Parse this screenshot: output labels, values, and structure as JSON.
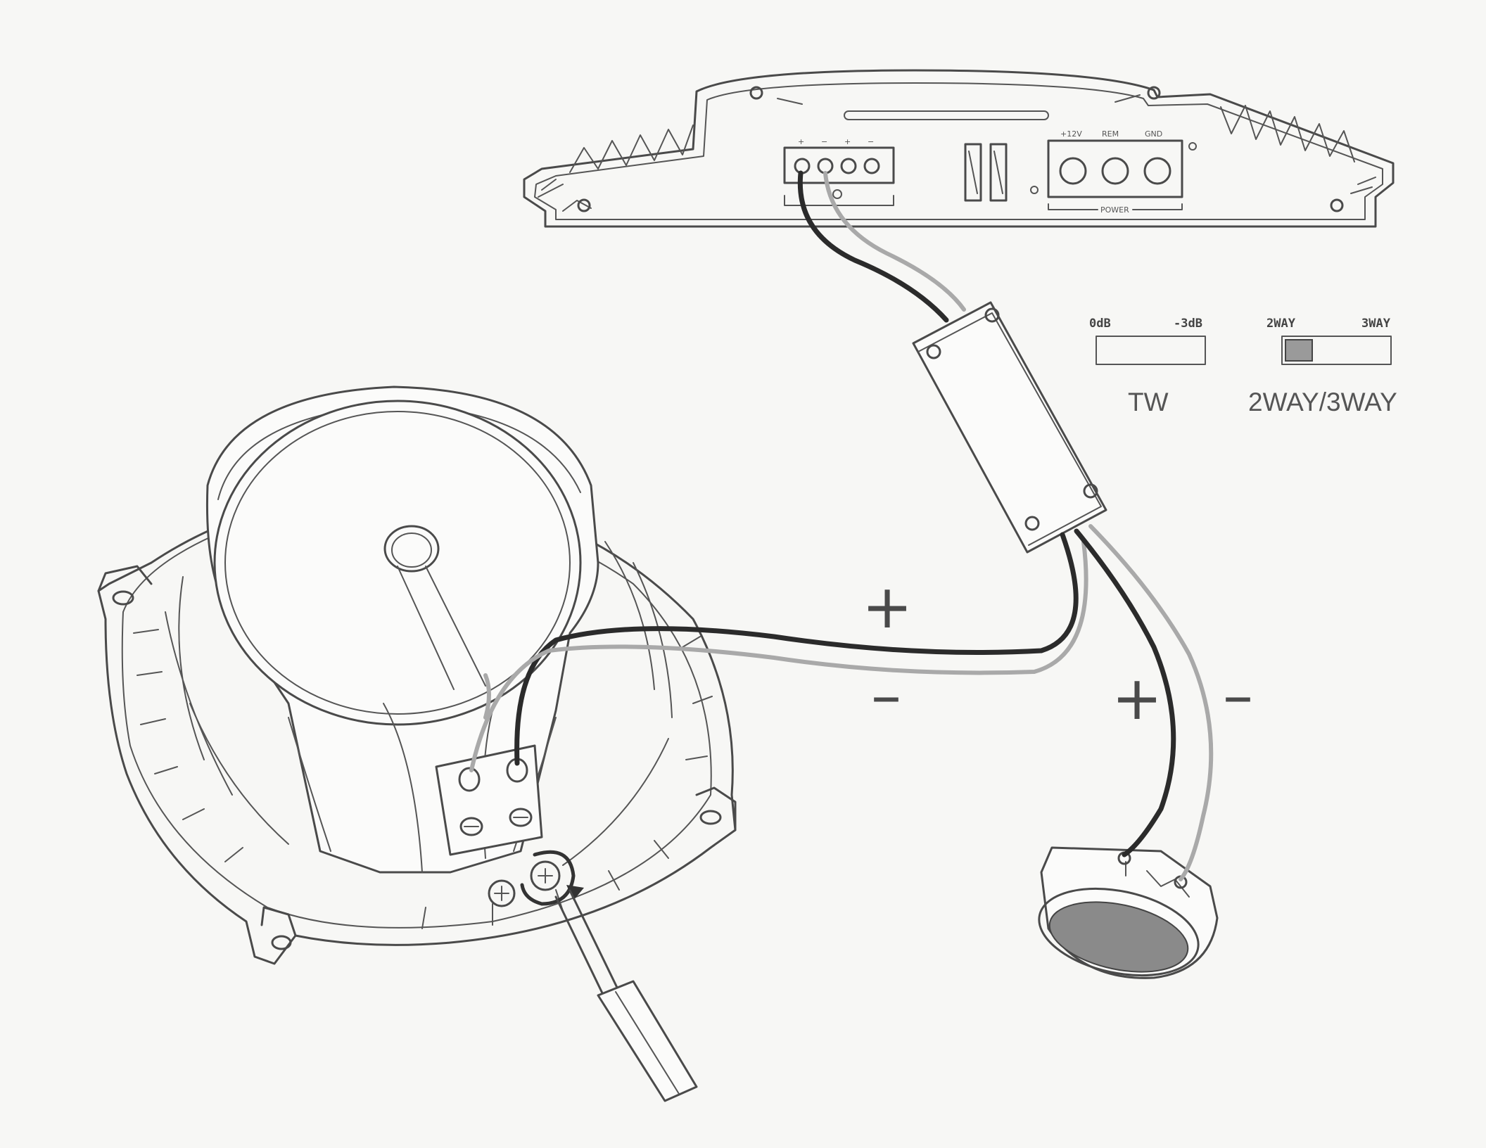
{
  "amplifier": {
    "terminal_plus_1": "+",
    "terminal_minus_1": "−",
    "terminal_plus_2": "+",
    "terminal_minus_2": "−",
    "power_12v": "+12V",
    "power_rem": "REM",
    "power_gnd": "GND",
    "power_caption": "POWER"
  },
  "switches": {
    "tw_left": "0dB",
    "tw_right": "-3dB",
    "tw_caption": "TW",
    "way_left": "2WAY",
    "way_right": "3WAY",
    "way_caption": "2WAY/3WAY",
    "way_selected_fraction": 0.0
  },
  "polarity": {
    "woofer_plus": "+",
    "woofer_minus": "–",
    "tweeter_plus": "+",
    "tweeter_minus": "–"
  }
}
